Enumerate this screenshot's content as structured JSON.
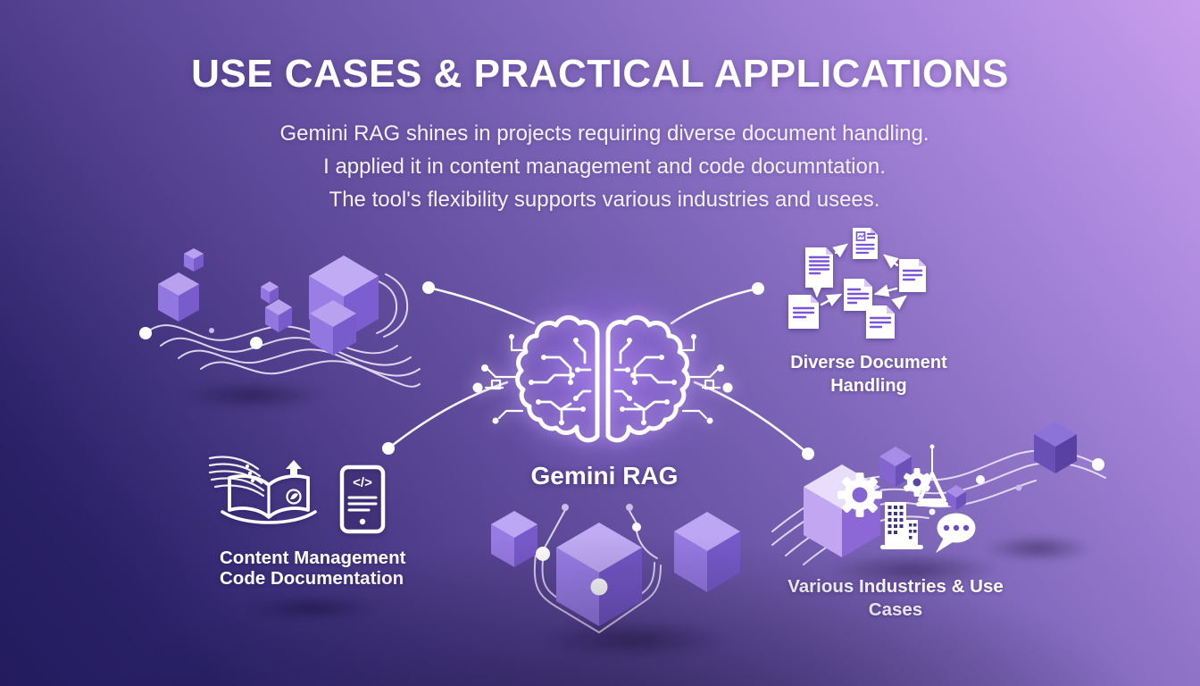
{
  "header": {
    "title": "USE CASES & PRACTICAL APPLICATIONS",
    "subtitle_lines": [
      "Gemini RAG shines in projects requiring diverse document handling.",
      "I applied it in content management and code documntation.",
      "The tool's flexibility supports various industries and usees."
    ]
  },
  "center_node": {
    "label": "Gemini RAG",
    "icon": "brain-circuit-icon"
  },
  "nodes": {
    "documents": {
      "label_line1": "Diverse Document",
      "label_line2": "Handling",
      "icon": "document-network-icon"
    },
    "content": {
      "label_line1": "Content Management",
      "label_line2": "Code Documentation",
      "icons": [
        "open-book-icon",
        "code-tablet-icon"
      ],
      "code_glyph": "</>"
    },
    "industries": {
      "label": "Various Industries & Use Cases",
      "icons": [
        "gear-icon",
        "building-icon",
        "small-gear-icon",
        "drafting-compass-icon",
        "chat-bubble-icon",
        "cube-icon"
      ]
    }
  },
  "palette": {
    "bg_light": "#c99dee",
    "bg_dark": "#231b5e",
    "cube_top": "#bda6f3",
    "cube_left": "#977ae2",
    "cube_right": "#7759c9",
    "doc_line": "#7a55d8",
    "line_white": "#f2edfb",
    "glow": "#aa7cff",
    "text": "#ffffff"
  }
}
